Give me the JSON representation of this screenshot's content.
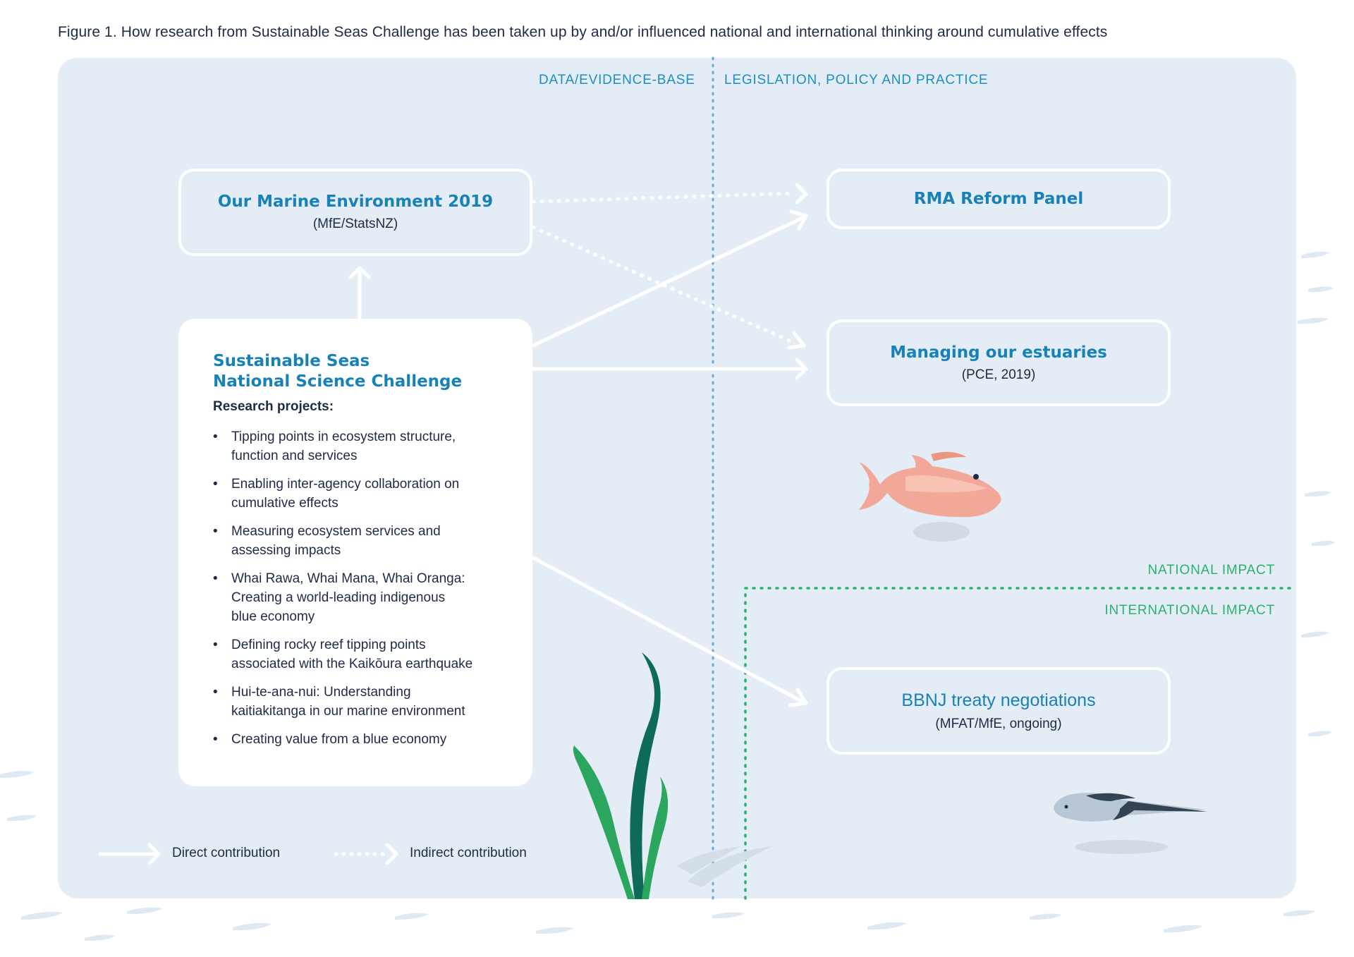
{
  "figure_title": "Figure 1. How research from Sustainable Seas Challenge has been taken up by and/or influenced national and international thinking around cumulative effects",
  "columns": {
    "left": "DATA/EVIDENCE-BASE",
    "right": "LEGISLATION, POLICY AND PRACTICE"
  },
  "impact_labels": {
    "national": "NATIONAL IMPACT",
    "international": "INTERNATIONAL IMPACT"
  },
  "nodes": {
    "our_marine_environment": {
      "title": "Our Marine Environment 2019",
      "subtitle": "(MfE/StatsNZ)"
    },
    "rma_reform": {
      "title": "RMA Reform Panel"
    },
    "estuaries": {
      "title": "Managing our estuaries",
      "subtitle": "(PCE, 2019)"
    },
    "bbnj": {
      "title": "BBNJ treaty negotiations",
      "subtitle": "(MFAT/MfE, ongoing)"
    }
  },
  "challenge": {
    "title_line1": "Sustainable Seas",
    "title_line2": "National Science Challenge",
    "subtitle": "Research projects:",
    "projects": [
      {
        "line1": "Tipping points in ecosystem structure,",
        "line2": "function and services"
      },
      {
        "line1": "Enabling inter-agency collaboration on",
        "line2": "cumulative effects"
      },
      {
        "line1": "Measuring ecosystem services and",
        "line2": "assessing impacts"
      },
      {
        "line1": "Whai Rawa, Whai Mana, Whai Oranga:",
        "line2": "Creating a world-leading indigenous",
        "line3": "blue economy"
      },
      {
        "line1": "Defining rocky reef tipping points",
        "line2": "associated with the Kaikōura earthquake"
      },
      {
        "line1": "Hui-te-ana-nui: Understanding",
        "line2": "kaitiakitanga in our marine environment"
      },
      {
        "line1": "Creating value from a blue economy"
      }
    ]
  },
  "legend": {
    "direct": "Direct contribution",
    "indirect": "Indirect contribution"
  },
  "colors": {
    "panel": "#e4edf5",
    "title_blue": "#1882b8",
    "column_blue": "#1b8ec4",
    "impact_green": "#2bb06f",
    "text_dark": "#1f2a44"
  },
  "icons": [
    "snapper-fish-icon",
    "grey-fish-icon",
    "seaweed-icon",
    "wave-ripple-icon"
  ]
}
